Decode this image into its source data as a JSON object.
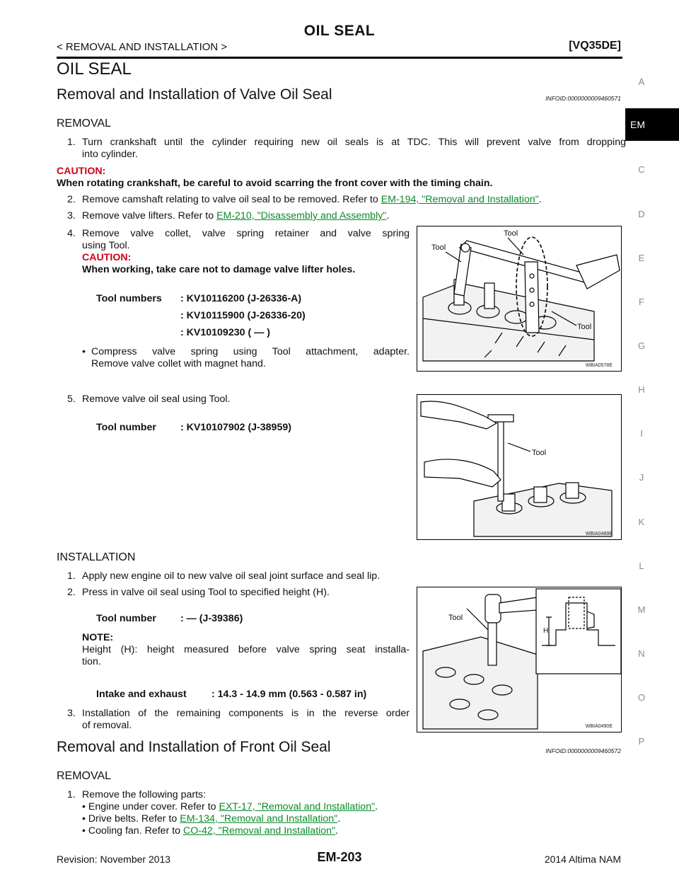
{
  "header": {
    "title": "OIL SEAL",
    "section": "< REMOVAL AND INSTALLATION >",
    "engine": "[VQ35DE]"
  },
  "page_heading": "OIL SEAL",
  "valve_seal": {
    "heading": "Removal and Installation of Valve Oil Seal",
    "infoid": "INFOID:0000000009460571",
    "removal": {
      "heading": "REMOVAL",
      "step1_num": "1.",
      "step1_text_a": "Turn crankshaft until the cylinder requiring new oil seals is at TDC. This will prevent valve from dropping",
      "step1_text_b": "into cylinder.",
      "caution_label": "CAUTION:",
      "caution1_text": "When rotating crankshaft, be careful to avoid scarring the front cover with the timing chain.",
      "step2_num": "2.",
      "step2_text": "Remove camshaft relating to valve oil seal to be removed. Refer to ",
      "step2_link": "EM-194, \"Removal and Installation\"",
      "step3_num": "3.",
      "step3_text": "Remove valve lifters. Refer to ",
      "step3_link": "EM-210, \"Disassembly and Assembly\"",
      "period": ".",
      "step4_num": "4.",
      "step4_text_a": "Remove valve collet, valve spring retainer and valve spring",
      "step4_text_b": "using Tool.",
      "caution2_text": "When working, take care not to damage valve lifter holes.",
      "tools_label": "Tool numbers",
      "tools": [
        ": KV10116200 (J-26336-A)",
        ": KV10115900 (J-26336-20)",
        ": KV10109230 (    —    )"
      ],
      "bullet": "•",
      "step4_bullet_a": "Compress valve spring using Tool attachment, adapter.",
      "step4_bullet_b": "Remove valve collet with magnet hand.",
      "step5_num": "5.",
      "step5_text": "Remove valve oil seal using Tool.",
      "tool5_label": "Tool number",
      "tool5_value": ": KV10107902 (J-38959)"
    },
    "installation": {
      "heading": "INSTALLATION",
      "step1_num": "1.",
      "step1_text": "Apply new engine oil to new valve oil seal joint surface and seal lip.",
      "step2_num": "2.",
      "step2_text": "Press in valve oil seal using Tool to specified height (H).",
      "tool_label": "Tool number",
      "tool_value": ":      —      (J-39386)",
      "note_label": "NOTE:",
      "note_text_a": "Height (H): height measured before valve spring seat installa-",
      "note_text_b": "tion.",
      "spec_label": "Intake and exhaust",
      "spec_value": ": 14.3 - 14.9 mm (0.563 - 0.587 in)",
      "step3_num": "3.",
      "step3_text_a": "Installation of the remaining components is in the reverse order",
      "step3_text_b": "of removal."
    }
  },
  "front_seal": {
    "heading": "Removal and Installation of Front Oil Seal",
    "infoid": "INFOID:0000000009460572",
    "removal_heading": "REMOVAL",
    "step1_num": "1.",
    "step1_text": "Remove the following parts:",
    "items": [
      {
        "text": "Engine under cover. Refer to ",
        "link": "EXT-17, \"Removal and Installation\""
      },
      {
        "text": "Drive belts. Refer to ",
        "link": "EM-134, \"Removal and Installation\""
      },
      {
        "text": "Cooling fan. Refer to ",
        "link": "CO-42, \"Removal and Installation\""
      }
    ]
  },
  "figures": {
    "fig1": {
      "code": "WBIA0578E",
      "label_left": "Tool",
      "label_top": "Tool",
      "label_right": "Tool"
    },
    "fig2": {
      "code": "WBIA0489E",
      "label": "Tool"
    },
    "fig3": {
      "code": "WBIA0490E",
      "label": "Tool",
      "h_label": "H"
    }
  },
  "side_tabs": [
    "A",
    "EM",
    "C",
    "D",
    "E",
    "F",
    "G",
    "H",
    "I",
    "J",
    "K",
    "L",
    "M",
    "N",
    "O",
    "P"
  ],
  "footer": {
    "revision": "Revision: November 2013",
    "page": "EM-203",
    "model": "2014 Altima NAM"
  }
}
